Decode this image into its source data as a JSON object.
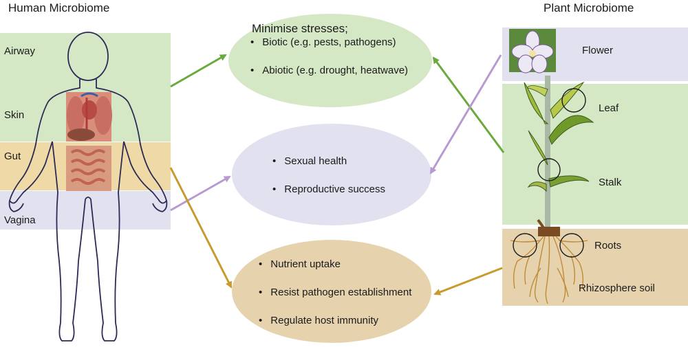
{
  "human": {
    "title": "Human Microbiome",
    "regions": [
      "Airway",
      "Skin",
      "Gut",
      "Vagina"
    ]
  },
  "plant": {
    "title": "Plant Microbiome",
    "regions": [
      "Flower",
      "Leaf",
      "Stalk",
      "Roots",
      "Rhizosphere soil"
    ]
  },
  "benefits": {
    "stress": {
      "heading": "Minimise stresses;",
      "items": [
        "Biotic (e.g. pests, pathogens)",
        "Abiotic (e.g. drought, heatwave)"
      ]
    },
    "reproduction": {
      "items": [
        "Sexual health",
        "Reproductive success"
      ]
    },
    "nutrition": {
      "items": [
        "Nutrient uptake",
        "Resist pathogen establishment",
        "Regulate host immunity"
      ]
    }
  },
  "colors": {
    "green_band": "#d5e8c6",
    "gut_band": "#efd9a6",
    "purple_band": "#e2e1ef",
    "plant_green_band": "#d5e8c6",
    "plant_soil_band": "#e6d3ae",
    "ellipse_green": "#d5e8c6",
    "ellipse_purple": "#e2e1ef",
    "ellipse_tan": "#e6d3ae",
    "arrow_green": "#6aaa3c",
    "arrow_purple": "#b69ad0",
    "arrow_gold": "#c99a2e"
  }
}
